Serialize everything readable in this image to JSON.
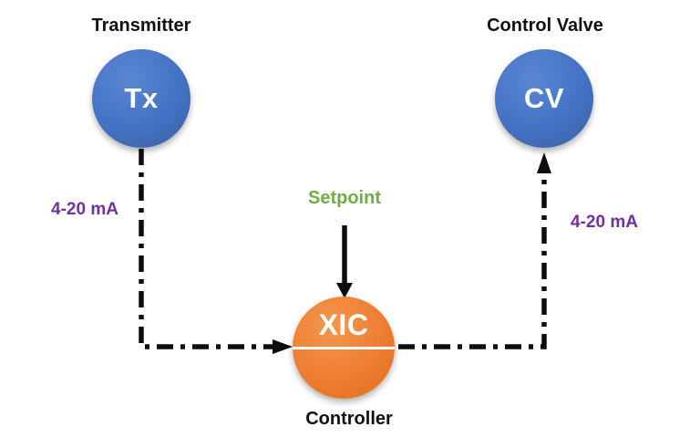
{
  "diagram": {
    "nodes": {
      "transmitter": {
        "label": "Transmitter",
        "symbol": "Tx",
        "color": "#4472c4"
      },
      "controller": {
        "label": "Controller",
        "symbol": "XIC",
        "color": "#ed7d31"
      },
      "control_valve": {
        "label": "Control Valve",
        "symbol": "CV",
        "color": "#4472c4"
      }
    },
    "annotations": {
      "setpoint": {
        "text": "Setpoint",
        "color": "#70ad47"
      },
      "signal_left": {
        "text": "4-20 mA",
        "color": "#7030a0"
      },
      "signal_right": {
        "text": "4-20 mA",
        "color": "#7030a0"
      }
    },
    "wire_color": "#0d0d0d",
    "background": "#ffffff"
  }
}
